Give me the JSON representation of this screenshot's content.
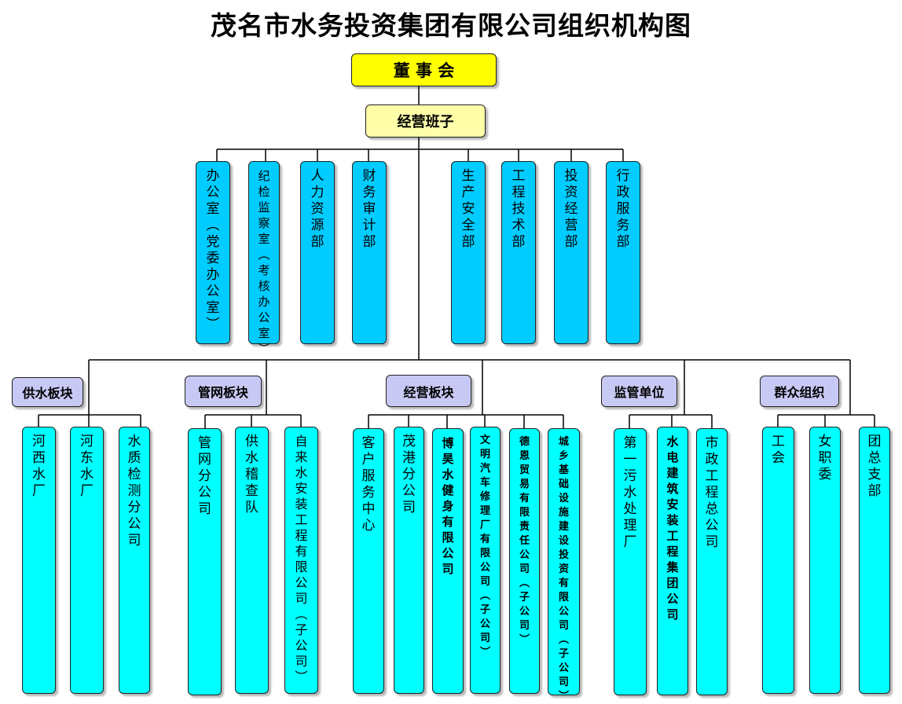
{
  "title": "茂名市水务投资集团有限公司组织机构图",
  "board": "董 事 会",
  "management": "经营班子",
  "departments": [
    "办公室（党委办公室）",
    "纪检监察室（考核办公室）",
    "人力资源部",
    "财务审计部",
    "生产安全部",
    "工程技术部",
    "投资经营部",
    "行政服务部"
  ],
  "groups": {
    "supply": {
      "label": "供水板块",
      "units": [
        "河西水厂",
        "河东水厂",
        "水质检测分公司"
      ]
    },
    "network": {
      "label": "管网板块",
      "units": [
        "管网分公司",
        "供水稽查队",
        "自来水安装工程有限公司（子公司）"
      ]
    },
    "business": {
      "label": "经营板块",
      "units": [
        "客户服务中心",
        "茂港分公司",
        "博昊水健身有限公司",
        "文明汽车修理厂有限公司（子公司）",
        "德恩贸易有限责任公司（子公司）",
        "城乡基础设施建设投资有限公司（子公司）"
      ]
    },
    "supervised": {
      "label": "监管单位",
      "units": [
        "第一污水处理厂",
        "水电建筑安装工程集团公司",
        "市政工程总公司"
      ]
    },
    "mass": {
      "label": "群众组织",
      "units": [
        "工会",
        "女职委",
        "团总支部"
      ]
    }
  },
  "colors": {
    "board": "#ffff00",
    "management": "#ffffaa",
    "department": "#00ccff",
    "unit": "#00ffff",
    "group": "#c8c8f4"
  }
}
